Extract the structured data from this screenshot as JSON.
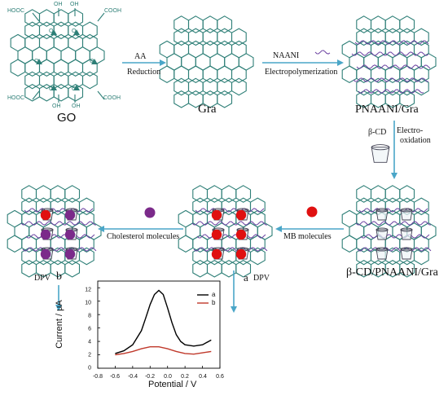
{
  "colors": {
    "sheet": "#2e7f77",
    "go_text": "#2e7f77",
    "arrow": "#4aa6c8",
    "chain": "#6a3fa0",
    "mb": "#e01010",
    "cholesterol": "#7b2a8a",
    "curve_a": "#000000",
    "curve_b": "#c0392b"
  },
  "materials": {
    "go": "GO",
    "gra": "Gra",
    "pnaani_gra": "PNAANI/Gra",
    "cd_pnaani_gra": "β-CD/PNAANI/Gra"
  },
  "go_groups": {
    "cooh": "COOH",
    "hooc": "HOOC",
    "oh": "OH",
    "o": "O"
  },
  "steps": {
    "aa": "AA",
    "reduction": "Reduction",
    "naani": "NAANI",
    "electropolymerization": "Electropolymerization",
    "beta_cd": "β-CD",
    "electro_line1": "Electro-",
    "electro_line2": "oxidation",
    "mb_molecules": "MB molecules",
    "cholesterol_molecules": "Cholesterol molecules",
    "dpv_left": "DPV",
    "label_b": "b",
    "label_a": "a",
    "dpv_right": "DPV"
  },
  "chart_data": {
    "type": "line",
    "xlabel": "Potential / V",
    "ylabel": "Current / μA",
    "xlim": [
      -0.8,
      0.6
    ],
    "ylim": [
      0,
      13
    ],
    "xticks": [
      "-0.8",
      "-0.6",
      "-0.4",
      "-0.2",
      "0.0",
      "0.2",
      "0.4",
      "0.6"
    ],
    "yticks": [
      "0",
      "2",
      "4",
      "6",
      "8",
      "10",
      "12"
    ],
    "legend_position": "top-right",
    "series": [
      {
        "name": "a",
        "x": [
          -0.6,
          -0.5,
          -0.4,
          -0.3,
          -0.25,
          -0.2,
          -0.15,
          -0.1,
          -0.05,
          0.0,
          0.05,
          0.1,
          0.15,
          0.2,
          0.3,
          0.4,
          0.5
        ],
        "y": [
          2.2,
          2.6,
          3.5,
          5.6,
          7.5,
          9.5,
          11.0,
          11.6,
          11.0,
          9.0,
          6.8,
          5.0,
          4.0,
          3.5,
          3.3,
          3.5,
          4.2
        ]
      },
      {
        "name": "b",
        "x": [
          -0.6,
          -0.5,
          -0.4,
          -0.3,
          -0.2,
          -0.1,
          0.0,
          0.1,
          0.2,
          0.3,
          0.4,
          0.5
        ],
        "y": [
          2.0,
          2.2,
          2.5,
          2.9,
          3.2,
          3.2,
          2.9,
          2.5,
          2.2,
          2.1,
          2.3,
          2.5
        ]
      }
    ]
  }
}
